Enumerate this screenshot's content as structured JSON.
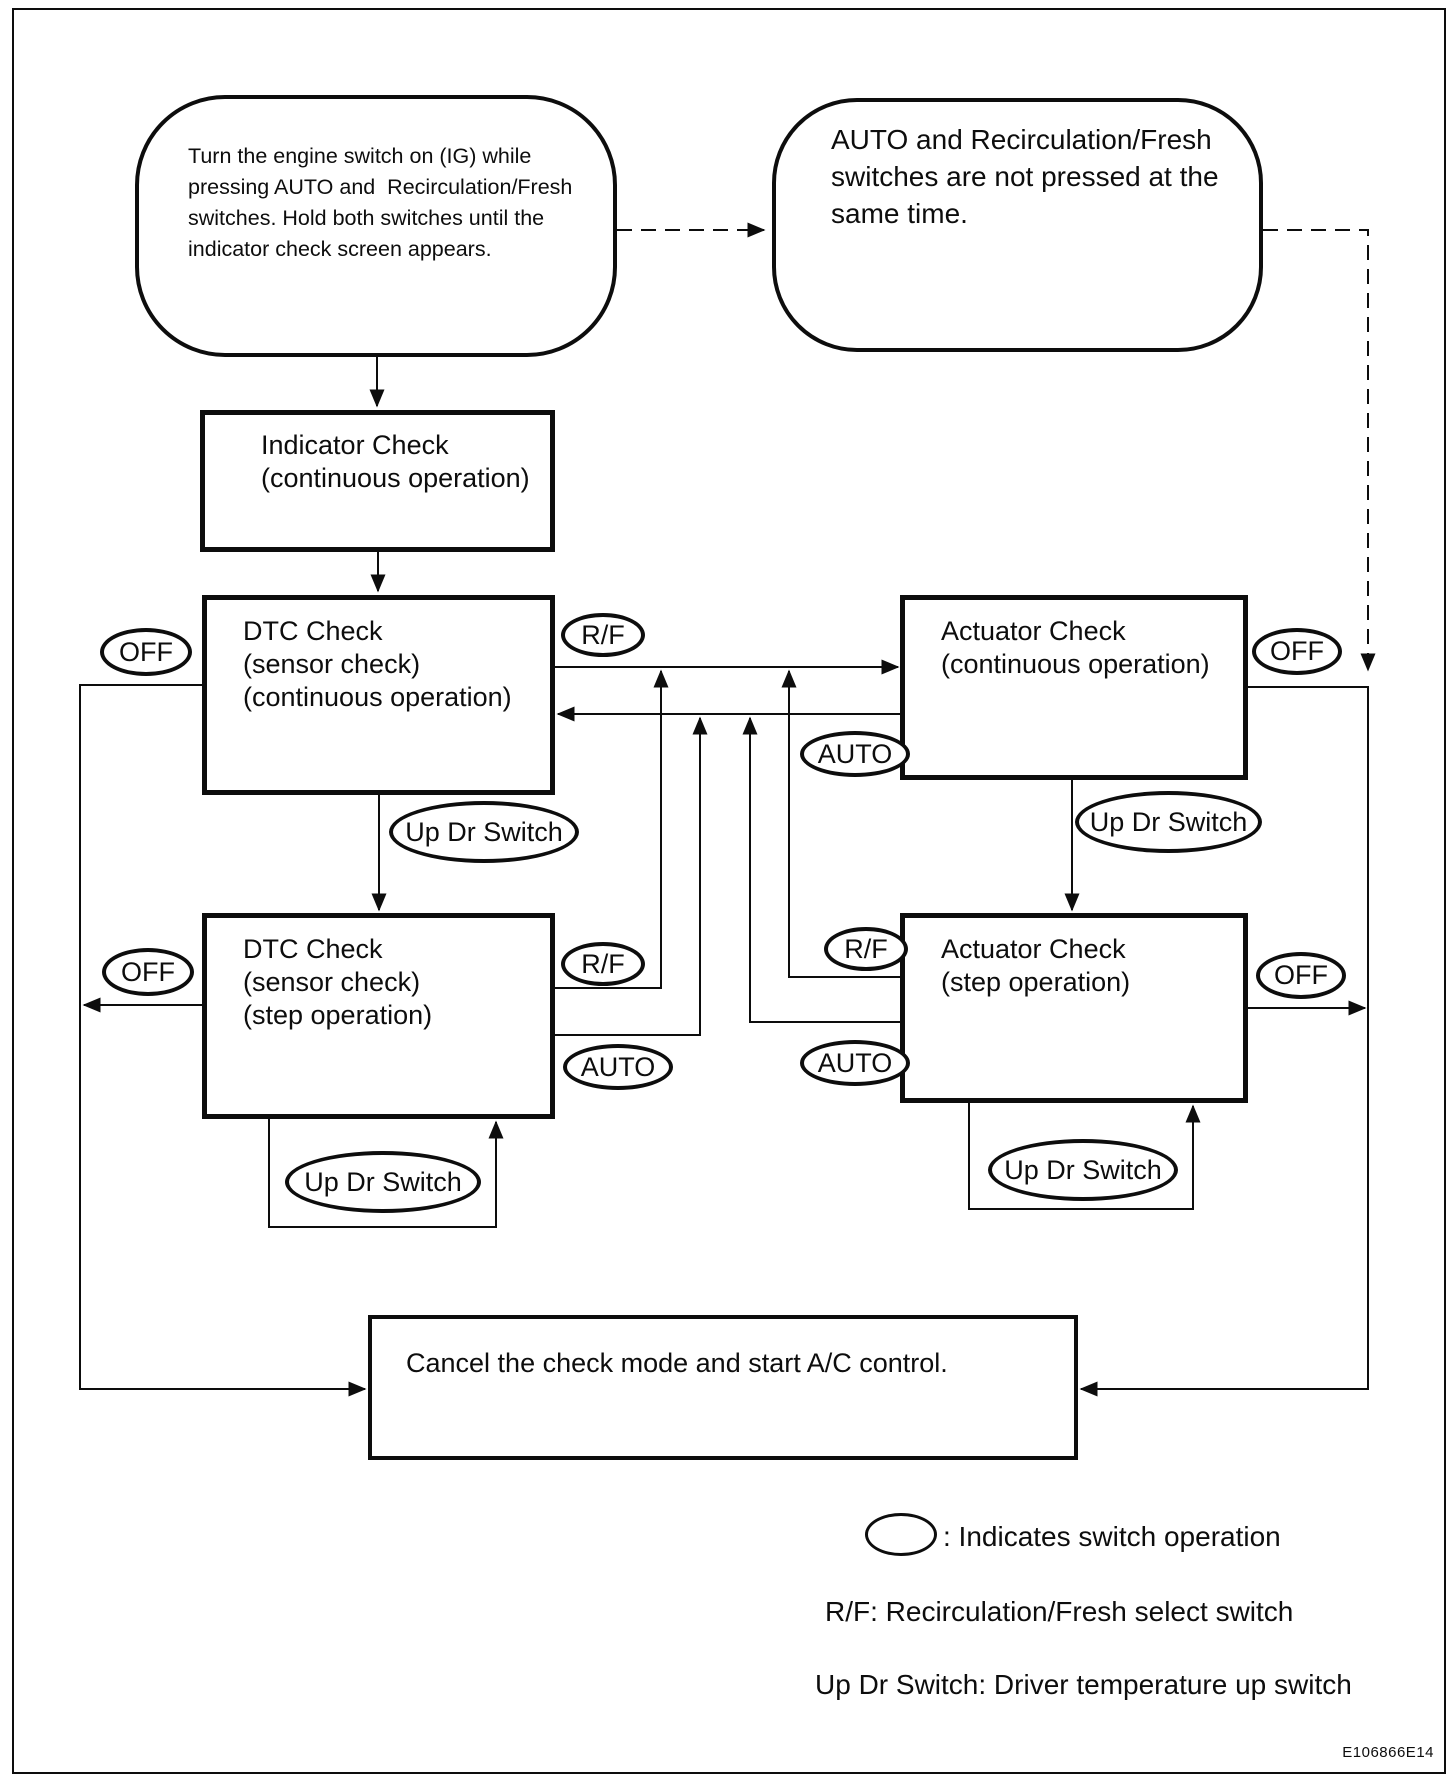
{
  "nodes": {
    "start": {
      "lines": [
        "Turn the engine switch on (IG) while",
        "pressing AUTO and  Recirculation/Fresh",
        "switches. Hold both switches until the",
        "indicator check screen appears."
      ]
    },
    "not_pressed": {
      "lines": [
        "AUTO and Recirculation/Fresh",
        "switches are not pressed at the",
        "same time."
      ]
    },
    "indicator_check": {
      "lines": [
        "Indicator Check",
        "(continuous operation)"
      ]
    },
    "dtc_continuous": {
      "lines": [
        "DTC Check",
        "(sensor check)",
        "(continuous operation)"
      ]
    },
    "actuator_continuous": {
      "lines": [
        "Actuator Check",
        "(continuous operation)"
      ]
    },
    "dtc_step": {
      "lines": [
        "DTC Check",
        "(sensor check)",
        "(step operation)"
      ]
    },
    "actuator_step": {
      "lines": [
        "Actuator Check",
        "(step operation)"
      ]
    },
    "cancel": {
      "lines": [
        "Cancel the check mode and start A/C control."
      ]
    }
  },
  "switch_labels": {
    "off": "OFF",
    "rf": "R/F",
    "auto": "AUTO",
    "up_dr": "Up Dr Switch"
  },
  "legend": {
    "oval_meaning": ": Indicates switch operation",
    "rf_meaning": "R/F: Recirculation/Fresh select switch",
    "up_dr_meaning": "Up Dr Switch: Driver temperature up switch"
  },
  "figure_code": "E106866E14"
}
